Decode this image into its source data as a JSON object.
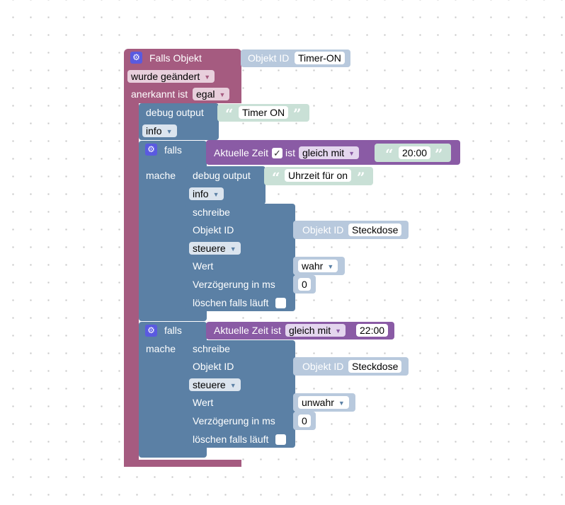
{
  "trigger": {
    "title": "Falls Objekt",
    "object_id_label": "Objekt ID",
    "object_id_value": "Timer-ON",
    "changed_dropdown": "wurde geändert",
    "ack_label": "anerkannt ist",
    "ack_dropdown": "egal"
  },
  "debug1": {
    "label": "debug output",
    "text": "Timer ON",
    "level": "info"
  },
  "if1": {
    "falls_label": "falls",
    "mache_label": "mache",
    "cond_label": "Aktuelle Zeit",
    "cond_checked": "✓",
    "cond_ist": "ist",
    "cond_op": "gleich mit",
    "cond_value": "20:00",
    "debug_label": "debug output",
    "debug_text": "Uhrzeit für on",
    "debug_level": "info",
    "write": {
      "title": "schreibe",
      "object_label": "Objekt ID",
      "object_id_label": "Objekt ID",
      "object_id_value": "Steckdose",
      "mode": "steuere",
      "value_label": "Wert",
      "value": "wahr",
      "delay_label": "Verzögerung in ms",
      "delay_value": "0",
      "clear_label": "löschen falls läuft"
    }
  },
  "if2": {
    "falls_label": "falls",
    "mache_label": "mache",
    "cond_label": "Aktuelle Zeit ist",
    "cond_op": "gleich mit",
    "cond_value": "22:00",
    "write": {
      "title": "schreibe",
      "object_label": "Objekt ID",
      "object_id_label": "Objekt ID",
      "object_id_value": "Steckdose",
      "mode": "steuere",
      "value_label": "Wert",
      "value": "unwahr",
      "delay_label": "Verzögerung in ms",
      "delay_value": "0",
      "clear_label": "löschen falls läuft"
    }
  },
  "colors": {
    "trigger": "#a55b80",
    "trigger_dark": "#8a4a6b",
    "logic": "#5b80a5",
    "logic_light": "#7a9bbd",
    "object_id": "#b8c9dd",
    "text_block": "#c9e0d6",
    "condition": "#8a5ba5"
  }
}
